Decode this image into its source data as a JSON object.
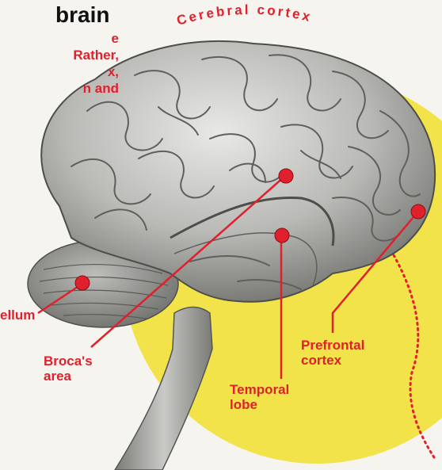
{
  "heading": {
    "title": "brain"
  },
  "intro_lines": [
    "e",
    "Rather,",
    "x,",
    "n and"
  ],
  "labels": {
    "cerebral_cortex": "Cerebral cortex",
    "cerebellum": "ellum",
    "brocas_area": [
      "Broca's",
      "area"
    ],
    "temporal_lobe": [
      "Temporal",
      "lobe"
    ],
    "prefrontal_cortex": [
      "Prefrontal",
      "cortex"
    ]
  },
  "colors": {
    "accent_red": "#e0202c",
    "highlight_yellow": "#f2e34a",
    "brain_gray": "#9a9a98"
  }
}
